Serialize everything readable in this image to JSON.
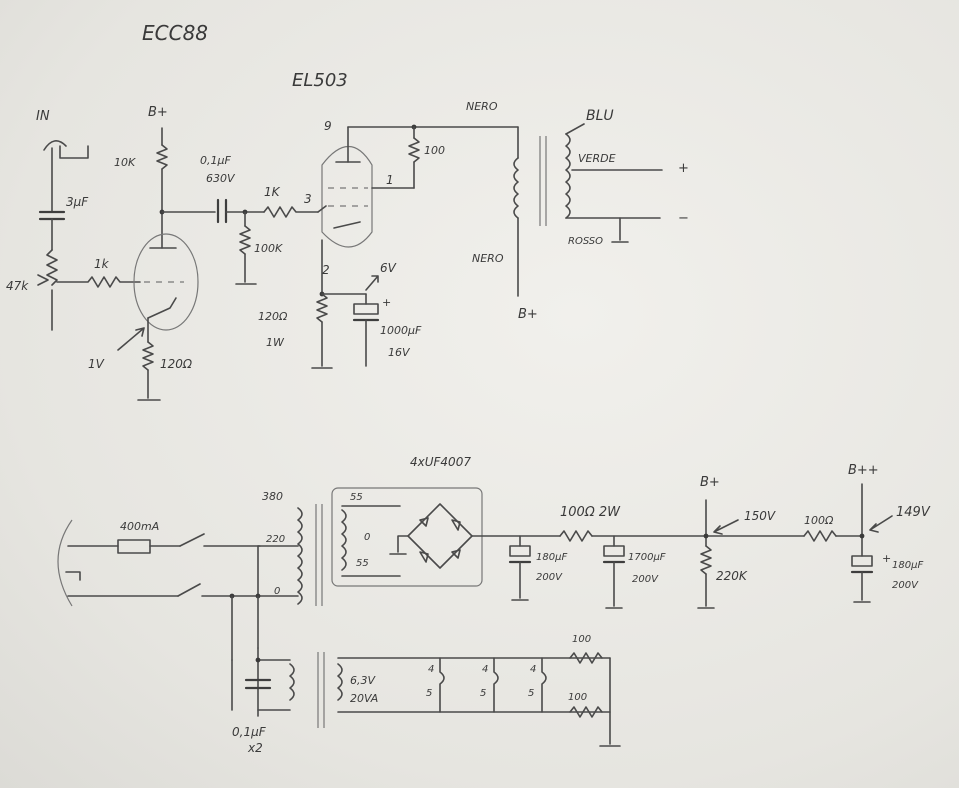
{
  "titles": {
    "preamp_tube": "ECC88",
    "power_tube": "EL503"
  },
  "preamp": {
    "in_label": "IN",
    "bplus": "B+",
    "input_cap": "3µF",
    "pot": "47k",
    "grid_res": "1k",
    "plate_res": "10K",
    "cathode_v": "1V",
    "cathode_res": "120Ω",
    "coupling_cap_line1": "0,1µF",
    "coupling_cap_line2": "630V",
    "grid_stopper": "1K",
    "grid_leak": "100K"
  },
  "power_stage": {
    "pin9": "9",
    "pin1": "1",
    "pin2": "2",
    "pin3": "3",
    "screen_res": "100",
    "cathode_v": "6V",
    "cathode_res_line1": "120Ω",
    "cathode_res_line2": "1W",
    "cathode_cap_line1": "1000µF",
    "cathode_cap_line2": "16V",
    "wire_top": "NERO",
    "wire_bottom": "NERO",
    "bplus": "B+",
    "sec_blu": "BLU",
    "sec_verde": "VERDE",
    "sec_rosso": "ROSSO",
    "plus": "+",
    "minus": "−"
  },
  "supply": {
    "rectifier": "4xUF4007",
    "fuse": "400mA",
    "tap_380": "380",
    "tap_220": "220",
    "tap_0": "0",
    "sec_55_top": "55",
    "sec_0": "0",
    "sec_55_bottom": "55",
    "cap1_line1": "180µF",
    "cap1_line2": "200V",
    "series_res": "100Ω 2W",
    "cap2_line1": "1700µF",
    "cap2_line2": "200V",
    "bplus": "B+",
    "bplus_v": "150V",
    "bleeder": "220K",
    "drop_res": "100Ω",
    "bplusplus": "B++",
    "bplusplus_v": "149V",
    "cap3_line1": "180µF",
    "cap3_line2": "200V",
    "heater_v": "6,3V",
    "heater_va": "20VA",
    "h_4a": "4",
    "h_5a": "5",
    "h_4b": "4",
    "h_5b": "5",
    "h_4c": "4",
    "h_5c": "5",
    "hum_res_top": "100",
    "hum_res_bottom": "100",
    "x_cap_line1": "0,1µF",
    "x_cap_line2": "x2"
  }
}
